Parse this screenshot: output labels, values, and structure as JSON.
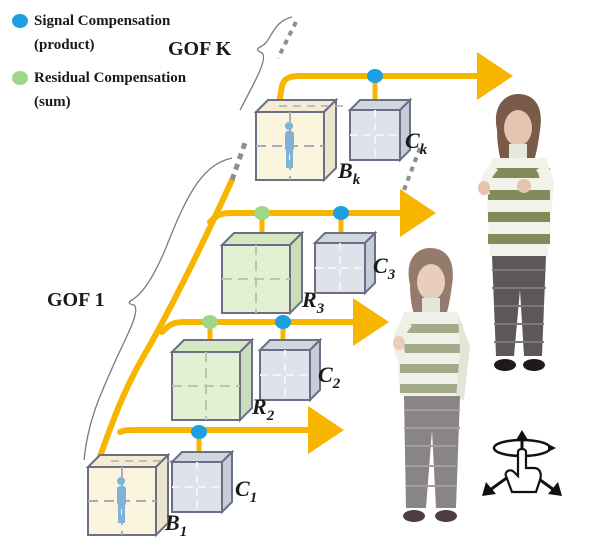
{
  "legend": {
    "signal": {
      "line1": "Signal Compensation",
      "line2": "(product)",
      "color": "#1ca0e0"
    },
    "residual": {
      "line1": "Residual Compensation",
      "line2": "(sum)",
      "color": "#9fd68a"
    }
  },
  "groups": {
    "gof_k": "GOF K",
    "gof_1": "GOF 1"
  },
  "labels": {
    "b1": {
      "main": "B",
      "sub": "1"
    },
    "bk": {
      "main": "B",
      "sub": "k"
    },
    "c1": {
      "main": "C",
      "sub": "1"
    },
    "c2": {
      "main": "C",
      "sub": "2"
    },
    "c3": {
      "main": "C",
      "sub": "3"
    },
    "ck": {
      "main": "C",
      "sub": "k"
    },
    "r2": {
      "main": "R",
      "sub": "2"
    },
    "r3": {
      "main": "R",
      "sub": "3"
    }
  },
  "colors": {
    "arrow": "#f7b500",
    "base_cube": "#fbf4dc",
    "residual_cube": "#e3f0d3",
    "compensation_cube": "#dfe2ea",
    "cube_edge": "#6b6f86",
    "figure": "#7fb2d6"
  },
  "icons": {
    "gesture": "rotate-gesture-icon"
  }
}
